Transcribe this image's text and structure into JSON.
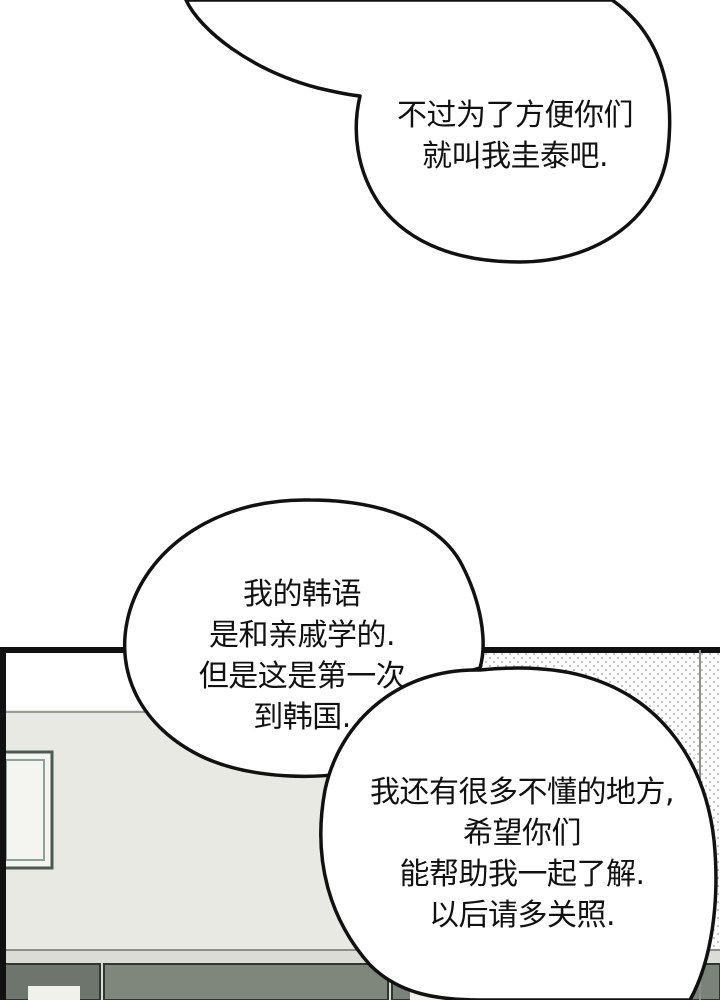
{
  "bubbles": [
    {
      "id": "top",
      "lines": [
        "不过为了方便你们",
        "就叫我圭泰吧."
      ]
    },
    {
      "id": "middle",
      "lines": [
        "我的韩语",
        "是和亲戚学的.",
        "但是这是第一次",
        "到韩国."
      ]
    },
    {
      "id": "bottom",
      "lines": [
        "我还有很多不懂的地方,",
        "希望你们",
        "能帮助我一起了解.",
        "以后请多关照."
      ]
    }
  ],
  "colors": {
    "ink": "#111111",
    "paper": "#ffffff",
    "panel_wall": "#d6d6cf",
    "panel_window": "#f2f2ee",
    "panel_floor_dark": "#5a6158",
    "panel_floor_mid": "#8a9187",
    "screentone": "#c9c9c9"
  }
}
